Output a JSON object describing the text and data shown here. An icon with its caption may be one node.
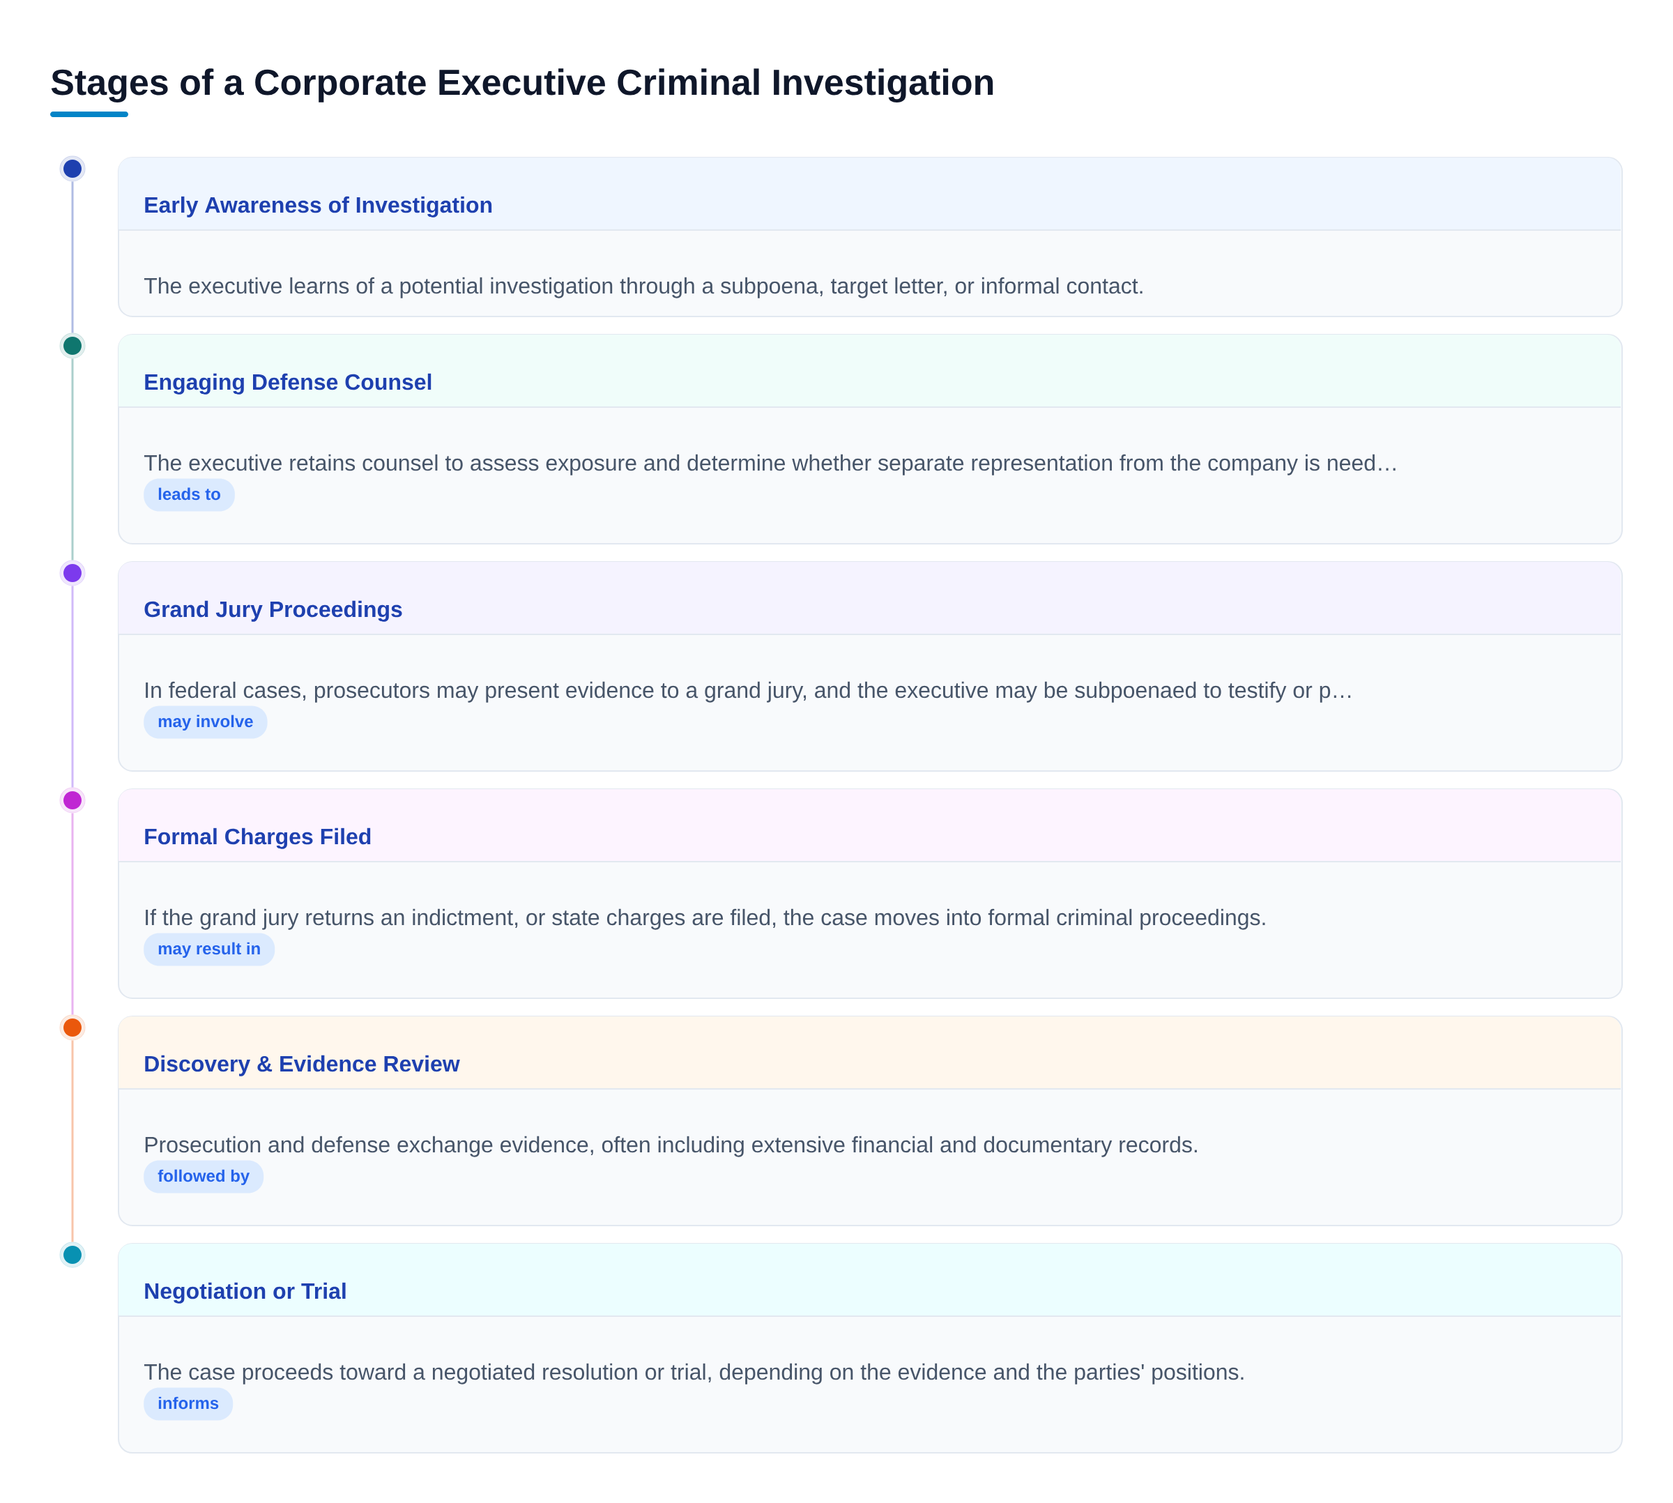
{
  "diagram": {
    "title": "Stages of a Corporate Executive Criminal Investigation",
    "nodes": [
      {
        "text": [],
        "shape": "circle"
      },
      {
        "text": [
          "Early Awareness of Investigation",
          "The executive learns of a potential investigation through a subpoena, target letter, or informal contact."
        ]
      },
      {
        "text": [],
        "shape": "circle"
      },
      {
        "text": [
          "Engaging Defense Counsel",
          "The executive retains counsel to assess exposure and determine whether separate representation from the company is need…"
        ]
      },
      {
        "text": [
          "leads to"
        ],
        "in": 3
      },
      {
        "text": [],
        "shape": "circle"
      },
      {
        "text": [
          "Grand Jury Proceedings",
          "In federal cases, prosecutors may present evidence to a grand jury, and the executive may be subpoenaed to testify or p…"
        ]
      },
      {
        "text": [
          "may involve"
        ],
        "in": 6
      },
      {
        "text": [],
        "shape": "circle"
      },
      {
        "text": [
          "Formal Charges Filed",
          "If the grand jury returns an indictment, or state charges are filed, the case moves into formal criminal proceedings."
        ]
      },
      {
        "text": [
          "may result in"
        ],
        "in": 9
      },
      {
        "text": [],
        "shape": "circle"
      },
      {
        "text": [
          "Discovery & Evidence Review",
          "Prosecution and defense exchange evidence, often including extensive financial and documentary records."
        ]
      },
      {
        "text": [
          "followed by"
        ],
        "in": 12
      },
      {
        "text": [],
        "shape": "circle"
      },
      {
        "text": [
          "Negotiation or Trial",
          "The case proceeds toward a negotiated resolution or trial, depending on the evidence and the parties' positions."
        ]
      },
      {
        "text": [
          "informs"
        ],
        "in": 15
      }
    ],
    "edges": [
      {
        "from": 0,
        "to": 2,
        "arrow": "none",
        "color": "#b0bce3"
      },
      {
        "from": 2,
        "to": 5,
        "arrow": "none",
        "color": "#abcfcc"
      },
      {
        "from": 5,
        "to": 8,
        "arrow": "none",
        "color": "#d1baf9"
      },
      {
        "from": 8,
        "to": 11,
        "arrow": "none",
        "color": "#e9b3f0"
      },
      {
        "from": 11,
        "to": 14,
        "arrow": "none",
        "color": "#f8c5aa"
      }
    ]
  }
}
